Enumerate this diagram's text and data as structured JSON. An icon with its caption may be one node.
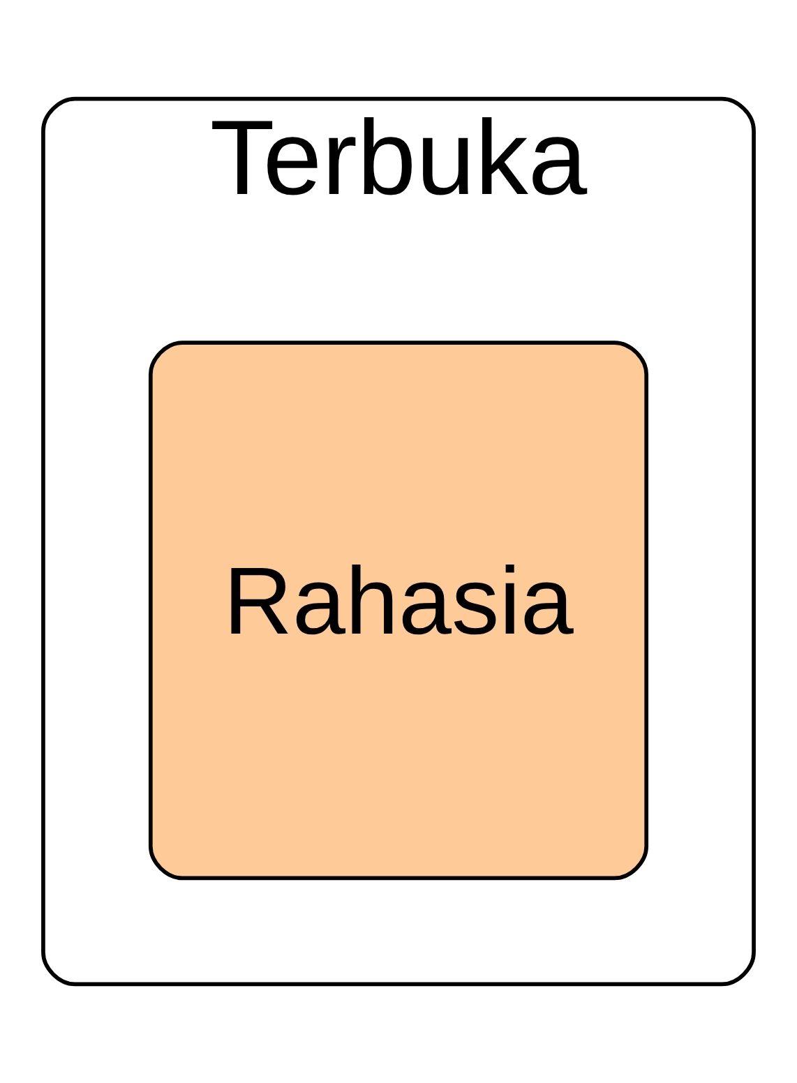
{
  "diagram": {
    "nodes": [
      {
        "text": [
          "Terbuka"
        ]
      },
      {
        "text": [
          "Rahasia"
        ],
        "in": 0
      }
    ]
  }
}
